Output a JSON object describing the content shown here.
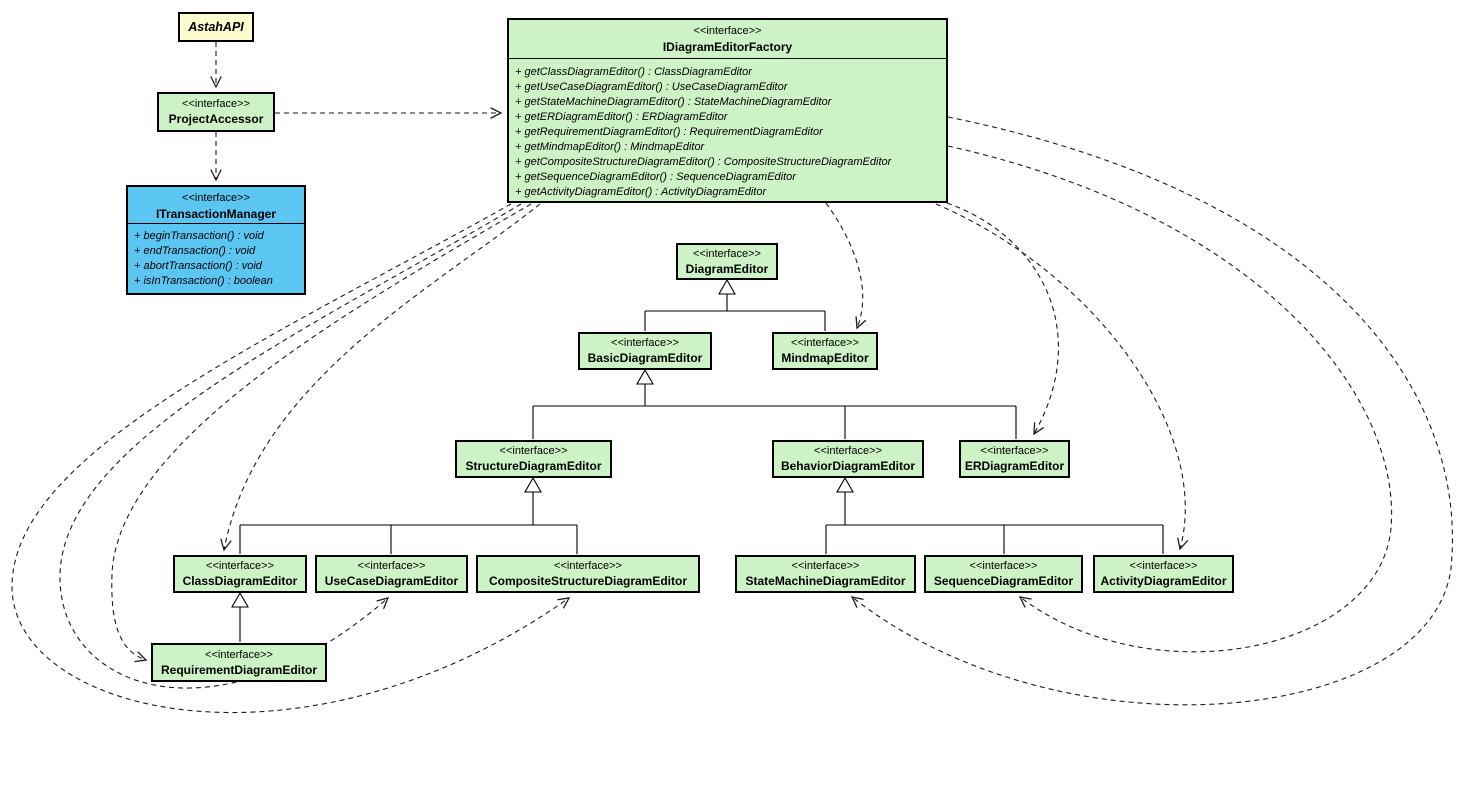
{
  "diagram": {
    "kind": "uml-class-diagram",
    "description": "Astah API editor interface hierarchy"
  },
  "colors": {
    "interface_fill": "#CDF2C5",
    "class_fill": "#FBFBCD",
    "transaction_fill": "#5CC6F2",
    "line": "#1a1a1a",
    "background": "#FFFFFF"
  },
  "stereotype_interface": "<<interface>>",
  "nodes": {
    "astah_api": {
      "name": "AstahAPI"
    },
    "project_accessor": {
      "stereotype": "<<interface>>",
      "name": "ProjectAccessor"
    },
    "transaction_manager": {
      "stereotype": "<<interface>>",
      "name": "ITransactionManager",
      "methods": [
        "+ beginTransaction() : void",
        "+ endTransaction() : void",
        "+ abortTransaction() : void",
        "+ isInTransaction() : boolean"
      ]
    },
    "factory": {
      "stereotype": "<<interface>>",
      "name": "IDiagramEditorFactory",
      "methods": [
        "+ getClassDiagramEditor() : ClassDiagramEditor",
        "+ getUseCaseDiagramEditor() : UseCaseDiagramEditor",
        "+ getStateMachineDiagramEditor() : StateMachineDiagramEditor",
        "+ getERDiagramEditor() : ERDiagramEditor",
        "+ getRequirementDiagramEditor() : RequirementDiagramEditor",
        "+ getMindmapEditor() : MindmapEditor",
        "+ getCompositeStructureDiagramEditor() : CompositeStructureDiagramEditor",
        "+ getSequenceDiagramEditor() : SequenceDiagramEditor",
        "+ getActivityDiagramEditor() : ActivityDiagramEditor"
      ]
    },
    "diagram_editor": {
      "stereotype": "<<interface>>",
      "name": "DiagramEditor"
    },
    "basic": {
      "stereotype": "<<interface>>",
      "name": "BasicDiagramEditor"
    },
    "mindmap": {
      "stereotype": "<<interface>>",
      "name": "MindmapEditor"
    },
    "structure": {
      "stereotype": "<<interface>>",
      "name": "StructureDiagramEditor"
    },
    "behavior": {
      "stereotype": "<<interface>>",
      "name": "BehaviorDiagramEditor"
    },
    "er": {
      "stereotype": "<<interface>>",
      "name": "ERDiagramEditor"
    },
    "class_diagram": {
      "stereotype": "<<interface>>",
      "name": "ClassDiagramEditor"
    },
    "usecase_diagram": {
      "stereotype": "<<interface>>",
      "name": "UseCaseDiagramEditor"
    },
    "composite_structure": {
      "stereotype": "<<interface>>",
      "name": "CompositeStructureDiagramEditor"
    },
    "state_machine": {
      "stereotype": "<<interface>>",
      "name": "StateMachineDiagramEditor"
    },
    "sequence_diagram": {
      "stereotype": "<<interface>>",
      "name": "SequenceDiagramEditor"
    },
    "activity_diagram": {
      "stereotype": "<<interface>>",
      "name": "ActivityDiagramEditor"
    },
    "requirement_diagram": {
      "stereotype": "<<interface>>",
      "name": "RequirementDiagramEditor"
    }
  },
  "relationships": [
    {
      "from": "AstahAPI",
      "to": "ProjectAccessor",
      "type": "dependency"
    },
    {
      "from": "ProjectAccessor",
      "to": "ITransactionManager",
      "type": "dependency"
    },
    {
      "from": "ProjectAccessor",
      "to": "IDiagramEditorFactory",
      "type": "dependency"
    },
    {
      "from": "IDiagramEditorFactory",
      "to": "ClassDiagramEditor",
      "type": "dependency"
    },
    {
      "from": "IDiagramEditorFactory",
      "to": "UseCaseDiagramEditor",
      "type": "dependency"
    },
    {
      "from": "IDiagramEditorFactory",
      "to": "StateMachineDiagramEditor",
      "type": "dependency"
    },
    {
      "from": "IDiagramEditorFactory",
      "to": "ERDiagramEditor",
      "type": "dependency"
    },
    {
      "from": "IDiagramEditorFactory",
      "to": "RequirementDiagramEditor",
      "type": "dependency"
    },
    {
      "from": "IDiagramEditorFactory",
      "to": "MindmapEditor",
      "type": "dependency"
    },
    {
      "from": "IDiagramEditorFactory",
      "to": "CompositeStructureDiagramEditor",
      "type": "dependency"
    },
    {
      "from": "IDiagramEditorFactory",
      "to": "SequenceDiagramEditor",
      "type": "dependency"
    },
    {
      "from": "IDiagramEditorFactory",
      "to": "ActivityDiagramEditor",
      "type": "dependency"
    },
    {
      "from": "BasicDiagramEditor",
      "to": "DiagramEditor",
      "type": "generalization"
    },
    {
      "from": "MindmapEditor",
      "to": "DiagramEditor",
      "type": "generalization"
    },
    {
      "from": "StructureDiagramEditor",
      "to": "BasicDiagramEditor",
      "type": "generalization"
    },
    {
      "from": "BehaviorDiagramEditor",
      "to": "BasicDiagramEditor",
      "type": "generalization"
    },
    {
      "from": "ERDiagramEditor",
      "to": "BasicDiagramEditor",
      "type": "generalization"
    },
    {
      "from": "ClassDiagramEditor",
      "to": "StructureDiagramEditor",
      "type": "generalization"
    },
    {
      "from": "UseCaseDiagramEditor",
      "to": "StructureDiagramEditor",
      "type": "generalization"
    },
    {
      "from": "CompositeStructureDiagramEditor",
      "to": "StructureDiagramEditor",
      "type": "generalization"
    },
    {
      "from": "StateMachineDiagramEditor",
      "to": "BehaviorDiagramEditor",
      "type": "generalization"
    },
    {
      "from": "SequenceDiagramEditor",
      "to": "BehaviorDiagramEditor",
      "type": "generalization"
    },
    {
      "from": "ActivityDiagramEditor",
      "to": "BehaviorDiagramEditor",
      "type": "generalization"
    },
    {
      "from": "RequirementDiagramEditor",
      "to": "ClassDiagramEditor",
      "type": "generalization"
    }
  ]
}
